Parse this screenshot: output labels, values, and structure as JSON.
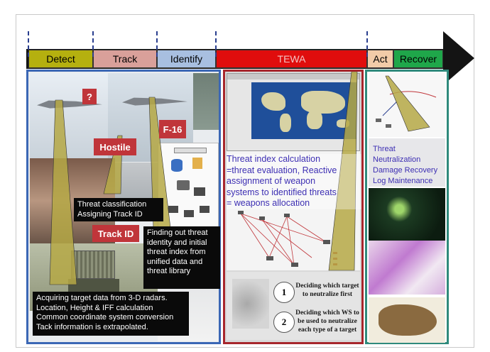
{
  "phases": [
    {
      "label": "Detect",
      "color": "#b5b00f"
    },
    {
      "label": "Track",
      "color": "#d9a09a"
    },
    {
      "label": "Identify",
      "color": "#a8bfe0"
    },
    {
      "label": "TEWA",
      "color": "#e00d0d"
    },
    {
      "label": "Act",
      "color": "#f2cba8"
    },
    {
      "label": "Recover",
      "color": "#1fa74a"
    }
  ],
  "tags": {
    "unknown": "?",
    "f16": "F-16",
    "hostile": "Hostile",
    "track_id": "Track ID"
  },
  "captions": {
    "classification_l1": "Threat classification",
    "classification_l2": "Assigning Track ID",
    "identity_l1": "Finding out threat",
    "identity_l2": "identity and initial",
    "identity_l3": "threat index from",
    "identity_l4": "unified data and",
    "identity_l5": "threat library",
    "radar_l1": "Acquiring target data from 3-D radars.",
    "radar_l2": "Location, Height & IFF  calculation",
    "radar_l3": "Common coordinate system conversion",
    "radar_l4": "Tack information is extrapolated.",
    "tewa_l1": "Threat index calculation",
    "tewa_l2": "=threat evaluation, Reactive",
    "tewa_l3": "assignment of weapon",
    "tewa_l4": "systems to identified threats",
    "tewa_l5": "= weapons allocation",
    "recover_l1": "Threat",
    "recover_l2": "Neutralization",
    "recover_l3": "Damage Recovery",
    "recover_l4": "Log Maintenance"
  },
  "steps": [
    {
      "num": "1",
      "l1": "Deciding which target",
      "l2": "to neutralize first"
    },
    {
      "num": "2",
      "l1": "Deciding which WS to",
      "l2": "be used to neutralize",
      "l3": "each type of a target"
    }
  ],
  "colors": {
    "detect_border": "#3b67b5",
    "tewa_border": "#a7262c",
    "recover_border": "#2f8a7c",
    "caption_text": "#3d2fb3",
    "tag_red": "#c0353a",
    "triangle": "#b5a845"
  }
}
